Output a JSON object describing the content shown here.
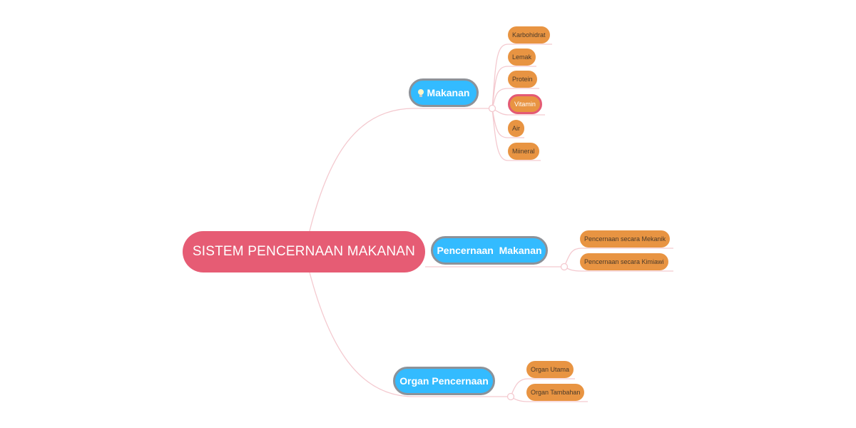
{
  "root": {
    "label": "SISTEM PENCERNAAN MAKANAN",
    "color": "#e65c74"
  },
  "branches": [
    {
      "label": "Makanan",
      "icon": "lightbulb-icon",
      "children": [
        {
          "label": "Karbohidrat"
        },
        {
          "label": "Lemak"
        },
        {
          "label": "Protein"
        },
        {
          "label": "Vitamin",
          "highlighted": true
        },
        {
          "label": "Air"
        },
        {
          "label": "Miineral"
        }
      ]
    },
    {
      "label": "Pencernaan  Makanan",
      "children": [
        {
          "label": "Pencernaan secara Mekanik"
        },
        {
          "label": "Pencernaan secara Kimiawi"
        }
      ]
    },
    {
      "label": "Organ Pencernaan",
      "children": [
        {
          "label": "Organ Utama"
        },
        {
          "label": "Organ Tambahan"
        }
      ]
    }
  ],
  "colors": {
    "branch": "#33bbff",
    "branch_border": "#8c9299",
    "leaf": "#e89442",
    "highlight_border": "#e45a74",
    "line": "#f4c9cf"
  }
}
